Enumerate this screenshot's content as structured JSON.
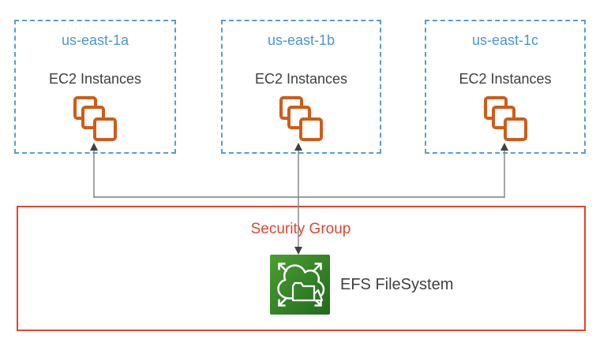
{
  "diagram": {
    "availability_zones": [
      {
        "name": "us-east-1a",
        "label": "EC2 Instances",
        "icon": "ec2-instances-icon"
      },
      {
        "name": "us-east-1b",
        "label": "EC2 Instances",
        "icon": "ec2-instances-icon"
      },
      {
        "name": "us-east-1c",
        "label": "EC2 Instances",
        "icon": "ec2-instances-icon"
      }
    ],
    "security_group": {
      "label": "Security Group"
    },
    "efs": {
      "label": "EFS FileSystem",
      "icon": "efs-filesystem-icon"
    },
    "connections": [
      {
        "from": "EFS FileSystem",
        "to": "EC2 Instances us-east-1a",
        "arrow": "single-head-up"
      },
      {
        "from": "EFS FileSystem",
        "to": "EC2 Instances us-east-1b",
        "arrow": "double-head"
      },
      {
        "from": "EFS FileSystem",
        "to": "EC2 Instances us-east-1c",
        "arrow": "single-head-up"
      }
    ],
    "colors": {
      "az_border_blue": "#5B9BD5",
      "az_title_blue": "#4B97D3",
      "text_dark_gray": "#404040",
      "ec2_orange": "#D05C17",
      "security_red": "#E8432B",
      "efs_green_light": "#4C9E31",
      "efs_green_dark": "#1F6B1D",
      "connector_gray": "#7F7F7F"
    }
  }
}
